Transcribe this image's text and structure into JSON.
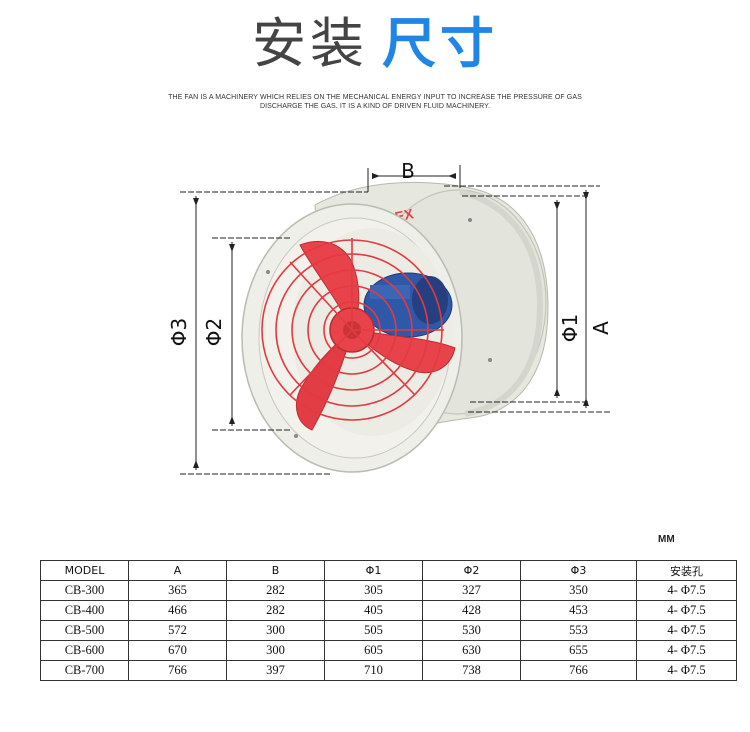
{
  "header": {
    "title_part1": "安装",
    "title_part2": "尺寸",
    "description_line1": "THE FAN IS A MACHINERY WHICH RELIES ON THE MECHANICAL ENERGY INPUT TO INCREASE THE PRESSURE OF GAS",
    "description_line2": "DISCHARGE THE GAS. IT IS A KIND OF DRIVEN FLUID MACHINERY."
  },
  "drawing": {
    "label_b": "B",
    "label_phi3": "Φ3",
    "label_phi2": "Φ2",
    "label_phi1": "Φ1",
    "label_a": "A",
    "badge_text": "EX",
    "colors": {
      "housing": "#e9ebe3",
      "blade": "#e64048",
      "guard": "#e23a40",
      "motor": "#2a4d9a",
      "dim_line": "#222222"
    }
  },
  "table": {
    "unit": "MM",
    "headers": [
      "MODEL",
      "A",
      "B",
      "Φ1",
      "Φ2",
      "Φ3",
      "安装孔"
    ],
    "rows": [
      [
        "CB-300",
        "365",
        "282",
        "305",
        "327",
        "350",
        "4- Φ7.5"
      ],
      [
        "CB-400",
        "466",
        "282",
        "405",
        "428",
        "453",
        "4- Φ7.5"
      ],
      [
        "CB-500",
        "572",
        "300",
        "505",
        "530",
        "553",
        "4- Φ7.5"
      ],
      [
        "CB-600",
        "670",
        "300",
        "605",
        "630",
        "655",
        "4- Φ7.5"
      ],
      [
        "CB-700",
        "766",
        "397",
        "710",
        "738",
        "766",
        "4- Φ7.5"
      ]
    ]
  }
}
